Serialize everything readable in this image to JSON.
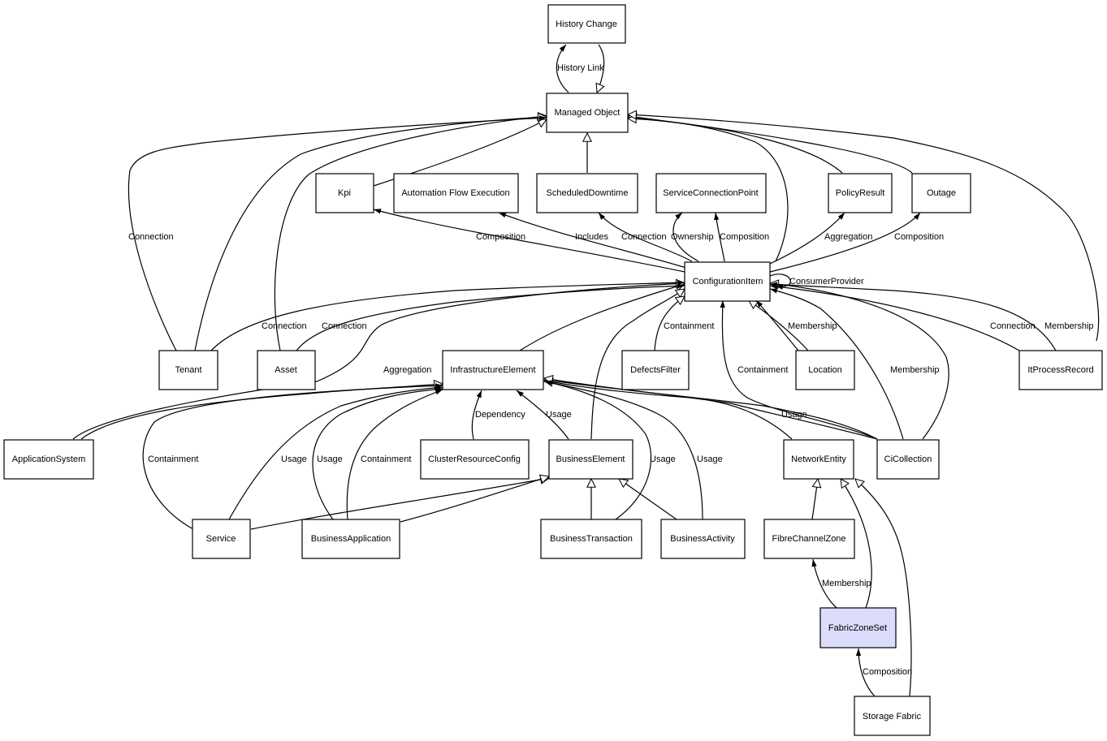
{
  "diagram": {
    "highlight_color": "#dcdcfc",
    "nodes": {
      "history_change": "History Change",
      "managed_object": "Managed Object",
      "kpi": "Kpi",
      "automation_flow_execution": "Automation Flow Execution",
      "scheduled_downtime": "ScheduledDowntime",
      "service_connection_point": "ServiceConnectionPoint",
      "policy_result": "PolicyResult",
      "outage": "Outage",
      "configuration_item": "ConfigurationItem",
      "tenant": "Tenant",
      "asset": "Asset",
      "infrastructure_element": "InfrastructureElement",
      "defects_filter": "DefectsFilter",
      "location": "Location",
      "it_process_record": "ItProcessRecord",
      "application_system": "ApplicationSystem",
      "cluster_resource_config": "ClusterResourceConfig",
      "business_element": "BusinessElement",
      "network_entity": "NetworkEntity",
      "ci_collection": "CiCollection",
      "service": "Service",
      "business_application": "BusinessApplication",
      "business_transaction": "BusinessTransaction",
      "business_activity": "BusinessActivity",
      "fibre_channel_zone": "FibreChannelZone",
      "fabric_zone_set": "FabricZoneSet",
      "storage_fabric": "Storage Fabric"
    },
    "edge_labels": {
      "history_link": "History Link",
      "connection": "Connection",
      "composition": "Composition",
      "includes": "Includes",
      "ownership": "Ownership",
      "aggregation": "Aggregation",
      "consumer_provider": "ConsumerProvider",
      "containment": "Containment",
      "membership": "Membership",
      "dependency": "Dependency",
      "usage": "Usage"
    }
  }
}
